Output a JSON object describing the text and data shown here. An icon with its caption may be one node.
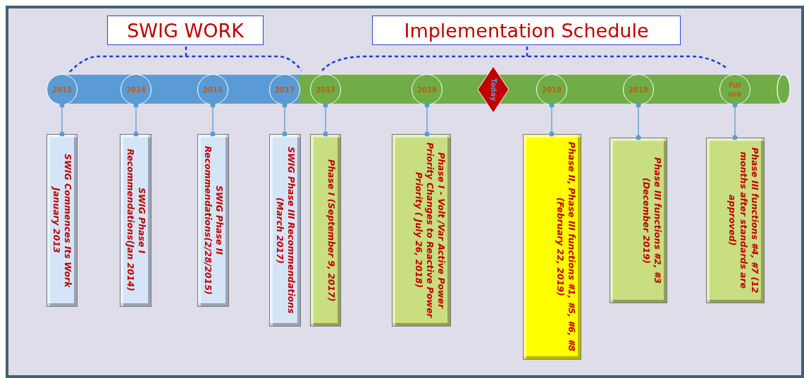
{
  "diagram": {
    "nodes": [
      {
        "text": [
          "SWIG WORK"
        ]
      },
      {
        "text": [
          "Implementation Schedule"
        ]
      },
      {
        "text": [
          "2013"
        ]
      },
      {
        "text": [
          "2014"
        ]
      },
      {
        "text": [
          "2015"
        ]
      },
      {
        "text": [
          "2017"
        ]
      },
      {
        "text": [
          "2017"
        ]
      },
      {
        "text": [
          "2018"
        ]
      },
      {
        "text": [
          "Today"
        ]
      },
      {
        "text": [
          "2019"
        ]
      },
      {
        "text": [
          "2019"
        ]
      },
      {
        "text": [
          "Future"
        ]
      },
      {
        "text": [
          "SWIG Commences Its Work January 2013"
        ]
      },
      {
        "text": [
          "SWIG Phase I Recommendations(Jan 2014)"
        ]
      },
      {
        "text": [
          "SWIG Phase II Recommendations(2/28/2015)"
        ]
      },
      {
        "text": [
          "SWIG Phase III Recommendations (March 2017)"
        ]
      },
      {
        "text": [
          "Phase I (September 9, 2017)"
        ]
      },
      {
        "text": [
          "Phase I - Volt /Var Active Power Priority Changes to Reactive Power Priority ( July 26, 2018)"
        ]
      },
      {
        "text": [
          "Phase II, Phase III functions #1, #5, #6, #8 (February 22, 2019)"
        ]
      },
      {
        "text": [
          "Phase III functions #2, #3 (December 2019)"
        ]
      },
      {
        "text": [
          "Phase III functions #4, #7 (12 months after standards are approved)"
        ]
      }
    ],
    "edges": [
      {
        "from": 2,
        "to": 12,
        "arrow": "other"
      },
      {
        "from": 3,
        "to": 13,
        "arrow": "other"
      },
      {
        "from": 4,
        "to": 14,
        "arrow": "other"
      },
      {
        "from": 5,
        "to": 15,
        "arrow": "other"
      },
      {
        "from": 6,
        "to": 16,
        "arrow": "other"
      },
      {
        "from": 7,
        "to": 17,
        "arrow": "other"
      },
      {
        "from": 9,
        "to": 18,
        "arrow": "other"
      },
      {
        "from": 10,
        "to": 19,
        "arrow": "other"
      },
      {
        "from": 11,
        "to": 20,
        "arrow": "other"
      }
    ]
  }
}
